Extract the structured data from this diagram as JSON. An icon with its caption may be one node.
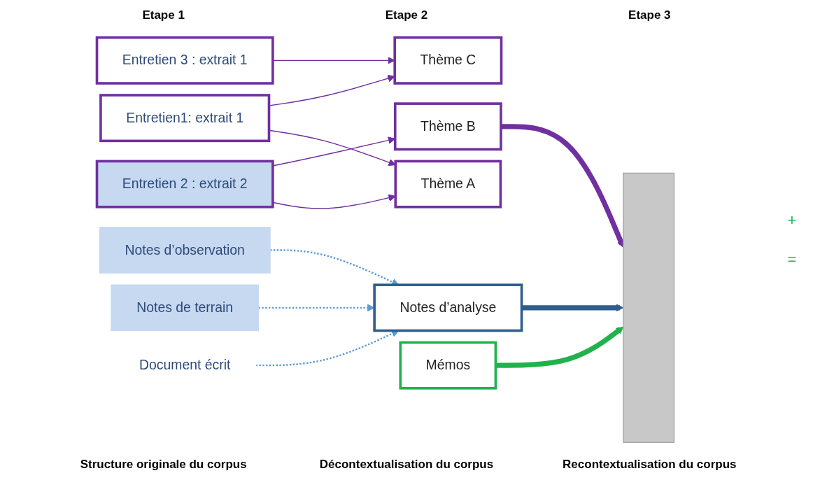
{
  "diagram": {
    "nodes": [
      {
        "text": [
          "Entretien1: extrait 1"
        ]
      },
      {
        "text": [
          "Entretien 2 : extrait 2"
        ]
      },
      {
        "text": [
          "Document écrit"
        ]
      },
      {
        "text": [
          "Notes de terrain"
        ]
      },
      {
        "text": [
          "Entretien 3 : extrait 1"
        ]
      },
      {
        "text": [
          "Notes d’observation"
        ]
      },
      {
        "text": [
          "Thème A"
        ]
      },
      {
        "text": [
          "Thème B"
        ]
      },
      {
        "text": [
          "Thème C"
        ]
      },
      {
        "text": [
          "Notes d’analyse"
        ]
      },
      {
        "text": [
          "Mémos"
        ]
      },
      {
        "text": [],
        "shape": "box"
      }
    ],
    "edges": [
      {
        "from": 0,
        "to": 6,
        "arrow": "to"
      },
      {
        "from": 0,
        "to": 8,
        "arrow": "to"
      },
      {
        "from": 1,
        "to": 6,
        "arrow": "to"
      },
      {
        "from": 1,
        "to": 7,
        "arrow": "to"
      },
      {
        "from": 4,
        "to": 8,
        "arrow": "to"
      },
      {
        "from": 2,
        "to": 9,
        "arrow": "to",
        "style": "dashed",
        "color": "#5b9bd5"
      },
      {
        "from": 3,
        "to": 9,
        "arrow": "to",
        "style": "dashed",
        "color": "#5b9bd5"
      },
      {
        "from": 5,
        "to": 9,
        "arrow": "to",
        "style": "dashed",
        "color": "#5b9bd5"
      },
      {
        "from": 7,
        "to": 11,
        "arrow": "to",
        "style": "thick"
      },
      {
        "from": 9,
        "to": 11,
        "arrow": "to",
        "style": "thick",
        "color": "#2e5d8e"
      },
      {
        "from": 10,
        "to": 11,
        "arrow": "to",
        "style": "thick",
        "color": "#22b14c"
      }
    ],
    "labels": [
      "Etape 1",
      "Etape 2",
      "Etape 3",
      "+",
      "=",
      "Structure originale du corpus",
      "Décontextualisation du corpus",
      "Recontextualisation du corpus"
    ]
  }
}
